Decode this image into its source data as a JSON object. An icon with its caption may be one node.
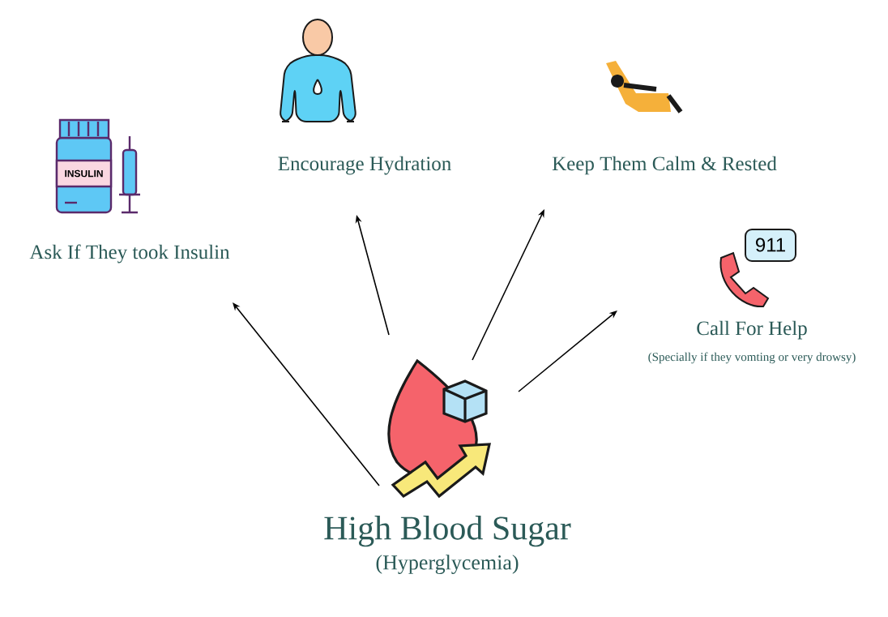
{
  "diagram": {
    "nodes": [
      {
        "text": [
          "High Blood Sugar",
          "(Hyperglycemia)"
        ]
      },
      {
        "text": [
          "Ask If They took Insulin"
        ]
      },
      {
        "text": [
          "Encourage Hydration"
        ]
      },
      {
        "text": [
          "Keep Them Calm & Rested"
        ]
      },
      {
        "text": [
          "Call For Help",
          "(Specially if they vomting or very drowsy)"
        ]
      }
    ],
    "edges": [
      {
        "from": 0,
        "to": 1,
        "arrow": "to"
      },
      {
        "from": 0,
        "to": 2,
        "arrow": "to"
      },
      {
        "from": 0,
        "to": 3,
        "arrow": "to"
      },
      {
        "from": 0,
        "to": 4,
        "arrow": "to"
      }
    ],
    "labels": [
      "INSULIN",
      "911"
    ]
  }
}
